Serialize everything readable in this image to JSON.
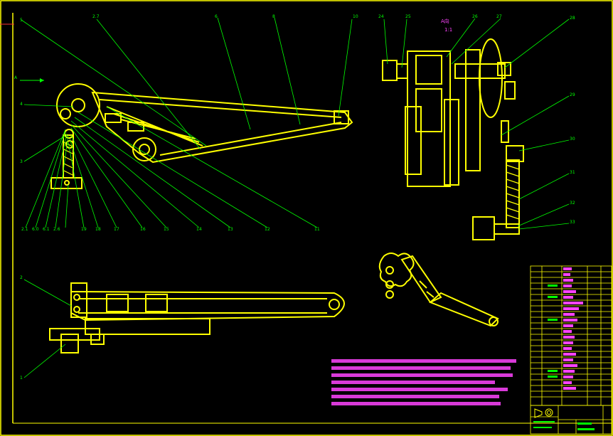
{
  "view": {
    "arrow_label": "A",
    "label_top": "A向",
    "label_scale": "1:1"
  },
  "callouts_front": [
    "5",
    "2.7",
    "6",
    "8",
    "10",
    "4",
    "3"
  ],
  "callouts_bottom": [
    "2.1",
    "6.0",
    "6.1",
    "2.6",
    "19",
    "18",
    "17",
    "16",
    "15",
    "14",
    "13",
    "12",
    "11"
  ],
  "callouts_side": [
    "24",
    "25",
    "26",
    "27",
    "28",
    "29",
    "30",
    "31",
    "32",
    "33"
  ],
  "callouts_plan": [
    "2",
    "1"
  ],
  "colors": {
    "border": "#ffff00",
    "part": "#ffff00",
    "leader": "#00ff00",
    "notes": "#ff44ff",
    "background": "#000000"
  }
}
